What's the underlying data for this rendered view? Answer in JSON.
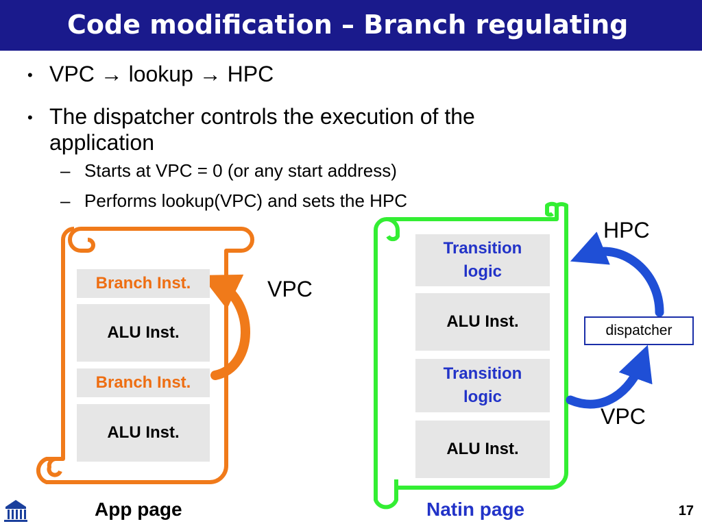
{
  "slide": {
    "title": "Code modification – Branch regulating",
    "page_number": "17"
  },
  "bullets": [
    {
      "marker": "•",
      "text": "VPC → lookup → HPC"
    },
    {
      "marker": "•",
      "text_line1": "The dispatcher controls the execution of the",
      "text_line2": "application"
    }
  ],
  "sub_bullets": [
    {
      "marker": "–",
      "text": "Starts at VPC = 0 (or any start address)"
    },
    {
      "marker": "–",
      "text": "Performs lookup(VPC) and sets the HPC"
    }
  ],
  "app_page": {
    "caption": "App page",
    "boxes": [
      {
        "text": "Branch Inst."
      },
      {
        "text": "ALU Inst."
      },
      {
        "text": "Branch Inst."
      },
      {
        "text": "ALU Inst."
      }
    ],
    "vpc_label": "VPC"
  },
  "natin_page": {
    "caption": "Natin page",
    "boxes": [
      {
        "line1": "Transition",
        "line2": "logic"
      },
      {
        "text": "ALU Inst."
      },
      {
        "line1": "Transition",
        "line2": "logic"
      },
      {
        "text": "ALU Inst."
      }
    ],
    "hpc_label": "HPC",
    "vpc_label": "VPC",
    "dispatcher_label": "dispatcher"
  },
  "colors": {
    "title_bar": "#1a1a8c",
    "app_scroll": "#f07a1a",
    "natin_scroll": "#33ee33",
    "arrow_blue": "#1f4fd6",
    "branch_text": "#ee6e12",
    "transition_text": "#2233c8"
  },
  "icons": {
    "logo": "university-building-icon",
    "arrow": "right-arrow-icon"
  }
}
